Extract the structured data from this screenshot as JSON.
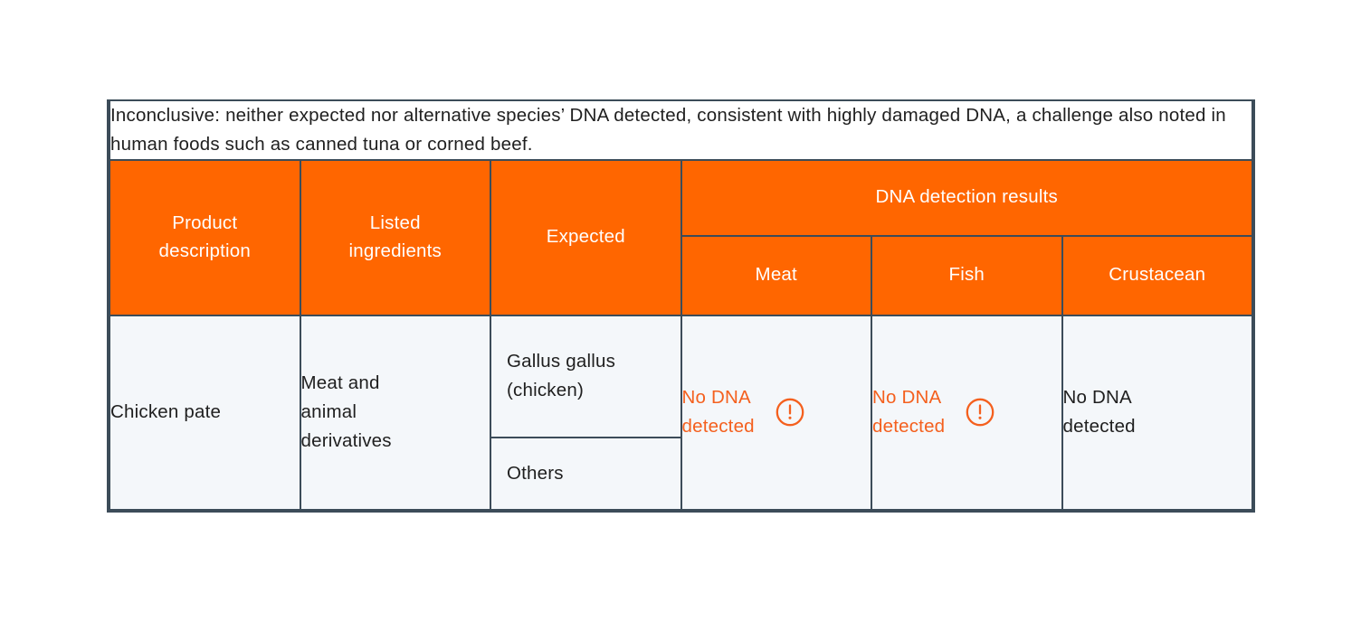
{
  "caption": {
    "text": "Inconclusive: neither expected nor alternative species’ DNA detected, consistent with highly damaged DNA, a challenge also noted in human foods such as canned tuna or corned beef."
  },
  "colors": {
    "header_orange": "#ff6600",
    "warning_orange": "#f4601e",
    "border": "#3c4c59",
    "body_background": "#f4f7fa",
    "header_text": "#ffffff",
    "body_text": "#1f1f1f"
  },
  "table": {
    "headers": {
      "product_description": "Product\ndescription",
      "listed_ingredients": "Listed\ningredients",
      "expected": "Expected",
      "dna_group": "DNA detection results",
      "meat": "Meat",
      "fish": "Fish",
      "crustacean": "Crustacean"
    },
    "rows": [
      {
        "product_description": "Chicken pate",
        "listed_ingredients": "Meat and\nanimal\nderivatives",
        "expected_primary": "Gallus gallus\n(chicken)",
        "expected_secondary": "Others",
        "meat": {
          "value": "No DNA\ndetected",
          "flagged": true,
          "icon": "warning-circle-icon"
        },
        "fish": {
          "value": "No DNA\ndetected",
          "flagged": true,
          "icon": "warning-circle-icon"
        },
        "crustacean": {
          "value": "No DNA\ndetected",
          "flagged": false
        }
      }
    ]
  }
}
